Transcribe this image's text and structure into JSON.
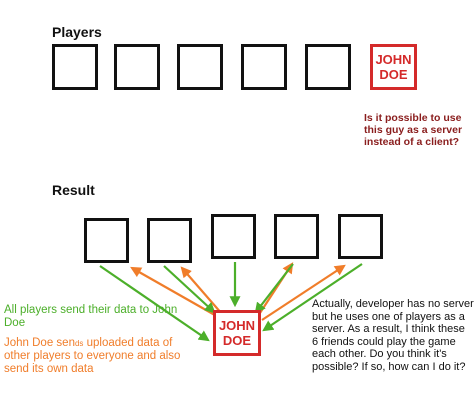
{
  "players_section": {
    "heading": "Players",
    "john_doe_label": [
      "JOHN",
      "DOE"
    ],
    "question": "Is it possible to use this guy as a server instead of a client?"
  },
  "result_section": {
    "heading": "Result",
    "john_doe_label": [
      "JOHN",
      "DOE"
    ],
    "green_note": "All players send their data to John Doe",
    "orange_note": {
      "part1": "John Doe sen",
      "part2": "ds",
      "part3": " uploaded data of other players  to everyone and also send its own data"
    },
    "developer_note": "Actually, developer has no server but he uses one of players as a server. As a result, I think these 6 friends could play the game each other. Do you think it's possible? If so, how can I do it?"
  },
  "colors": {
    "box_border": "#111111",
    "john_doe": "#d42a2a",
    "question": "#8a1d1d",
    "green_arrow": "#4caf2a",
    "orange_arrow": "#f07d2a"
  }
}
